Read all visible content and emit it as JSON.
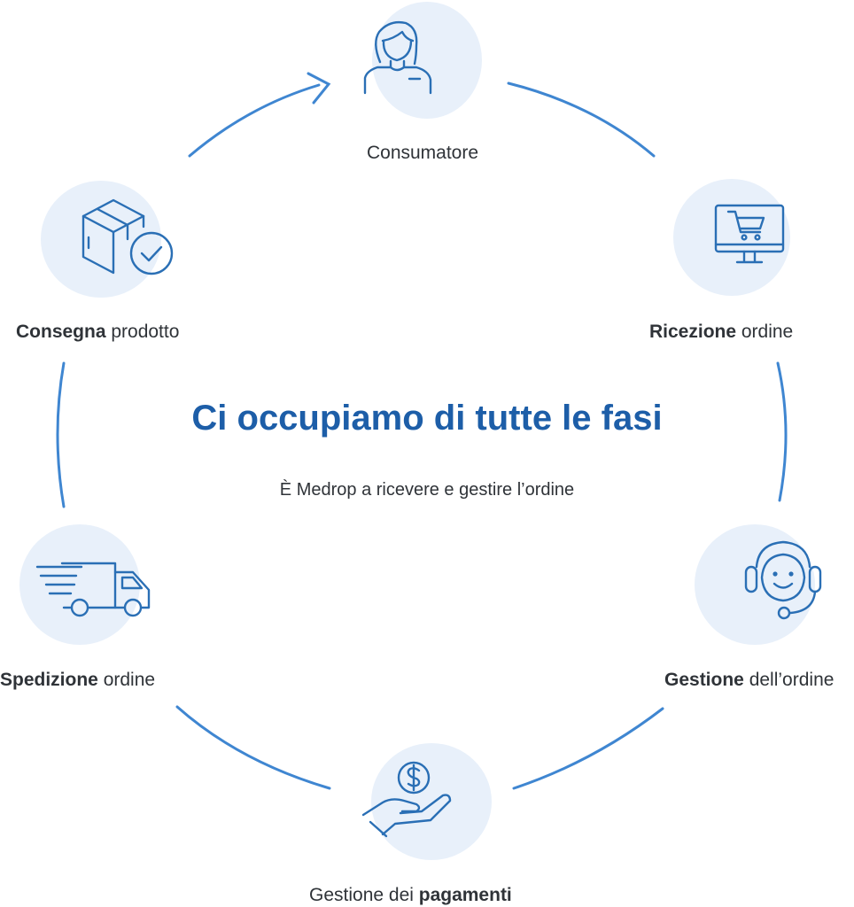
{
  "title": "Ci occupiamo di tutte le fasi",
  "subtitle": "È Medrop a ricevere e gestire l’ordine",
  "steps": {
    "consumer": {
      "plain": "Consumatore",
      "bold": ""
    },
    "order_receipt": {
      "bold": "Ricezione",
      "plain": " ordine"
    },
    "order_management": {
      "bold": "Gestione",
      "plain": " dell’ordine"
    },
    "payments": {
      "plain": "Gestione dei ",
      "bold": "pagamenti"
    },
    "shipping": {
      "bold": "Spedizione",
      "plain": " ordine"
    },
    "delivery": {
      "bold": "Consegna",
      "plain": " prodotto"
    }
  },
  "icons": {
    "consumer": "woman-avatar-icon",
    "order_receipt": "monitor-cart-icon",
    "order_management": "headset-smile-icon",
    "payments": "hand-coin-icon",
    "shipping": "truck-icon",
    "delivery": "box-check-icon"
  },
  "colors": {
    "title": "#1d5ea8",
    "ring": "#3f86d1",
    "icon": "#2a6fb5",
    "blob": "#e8f0fa",
    "text": "#2f3338"
  }
}
